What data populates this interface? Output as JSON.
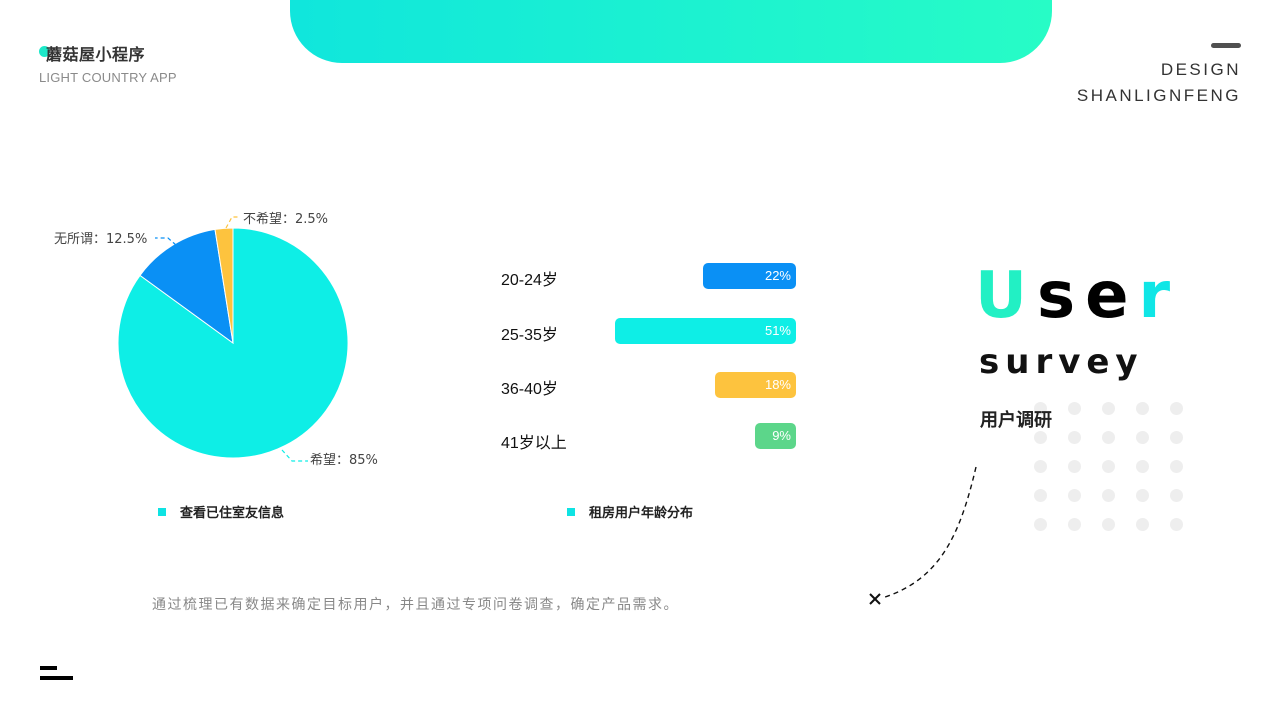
{
  "header": {
    "brand_title": "蘑菇屋小程序",
    "brand_subtitle": "LIGHT COUNTRY APP",
    "design_line1": "DESIGN",
    "design_line2": "SHANLIGNFENG"
  },
  "pie_legend": "查看已住室友信息",
  "bar_legend": "租房用户年龄分布",
  "pie_labels": {
    "hope": "希望：85%",
    "neutral": "无所谓：12.5%",
    "no_hope": "不希望：2.5%"
  },
  "bars": [
    {
      "label": "20-24岁",
      "value_text": "22%"
    },
    {
      "label": "25-35岁",
      "value_text": "51%"
    },
    {
      "label": "36-40岁",
      "value_text": "18%"
    },
    {
      "label": "41岁以上",
      "value_text": "9%"
    }
  ],
  "title": {
    "user_u": "U",
    "user_se": "se",
    "user_r": "r",
    "survey": "survey",
    "survey_cn": "用户调研"
  },
  "description": "通过梳理已有数据来确定目标用户，并且通过专项问卷调查，确定产品需求。",
  "colors": {
    "cyan": "#0eeee6",
    "blue": "#0a90f5",
    "yellow": "#fdc33e",
    "green": "#5cd68a",
    "banner_start": "#10e6dc",
    "banner_end": "#27fcc6"
  },
  "chart_data": [
    {
      "type": "pie",
      "title": "查看已住室友信息",
      "categories": [
        "希望",
        "无所谓",
        "不希望"
      ],
      "values": [
        85,
        12.5,
        2.5
      ],
      "colors": [
        "#0eeee6",
        "#0a90f5",
        "#fdc33e"
      ],
      "labels": [
        "希望：85%",
        "无所谓：12.5%",
        "不希望：2.5%"
      ],
      "legend_position": "bottom"
    },
    {
      "type": "bar",
      "orientation": "horizontal",
      "title": "租房用户年龄分布",
      "categories": [
        "20-24岁",
        "25-35岁",
        "36-40岁",
        "41岁以上"
      ],
      "values": [
        22,
        51,
        18,
        9
      ],
      "colors": [
        "#0a90f5",
        "#0eeee6",
        "#fdc33e",
        "#5cd68a"
      ],
      "unit": "%",
      "grid": false,
      "legend_position": "bottom"
    }
  ]
}
